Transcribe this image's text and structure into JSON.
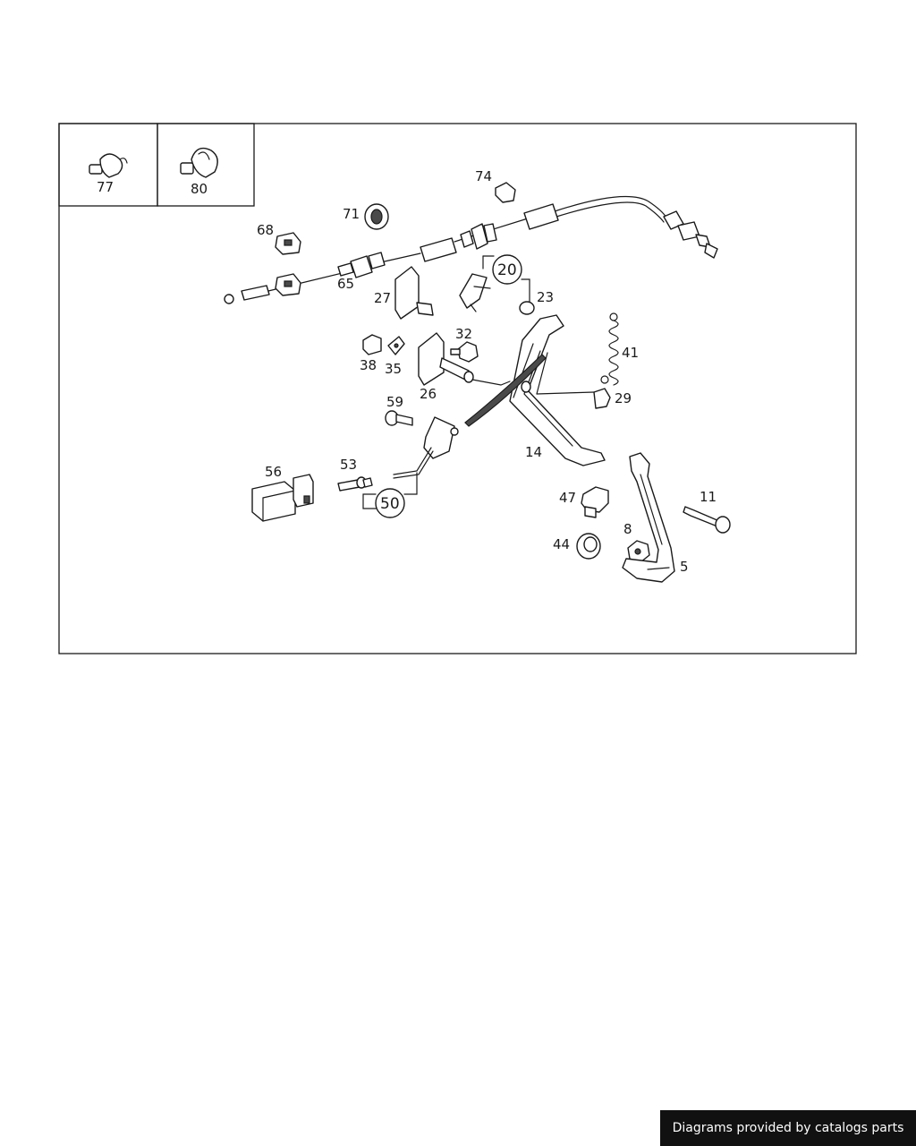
{
  "diagram": {
    "callouts": {
      "p77": "77",
      "p80": "80",
      "p74": "74",
      "p71": "71",
      "p68": "68",
      "p65": "65",
      "p27": "27",
      "p20": "20",
      "p23": "23",
      "p32": "32",
      "p38": "38",
      "p35": "35",
      "p26": "26",
      "p41": "41",
      "p29": "29",
      "p59": "59",
      "p14": "14",
      "p56": "56",
      "p53": "53",
      "p50": "50",
      "p47": "47",
      "p11": "11",
      "p8": "8",
      "p44": "44",
      "p5": "5"
    }
  },
  "footer": {
    "credit": "Diagrams provided by catalogs parts"
  }
}
